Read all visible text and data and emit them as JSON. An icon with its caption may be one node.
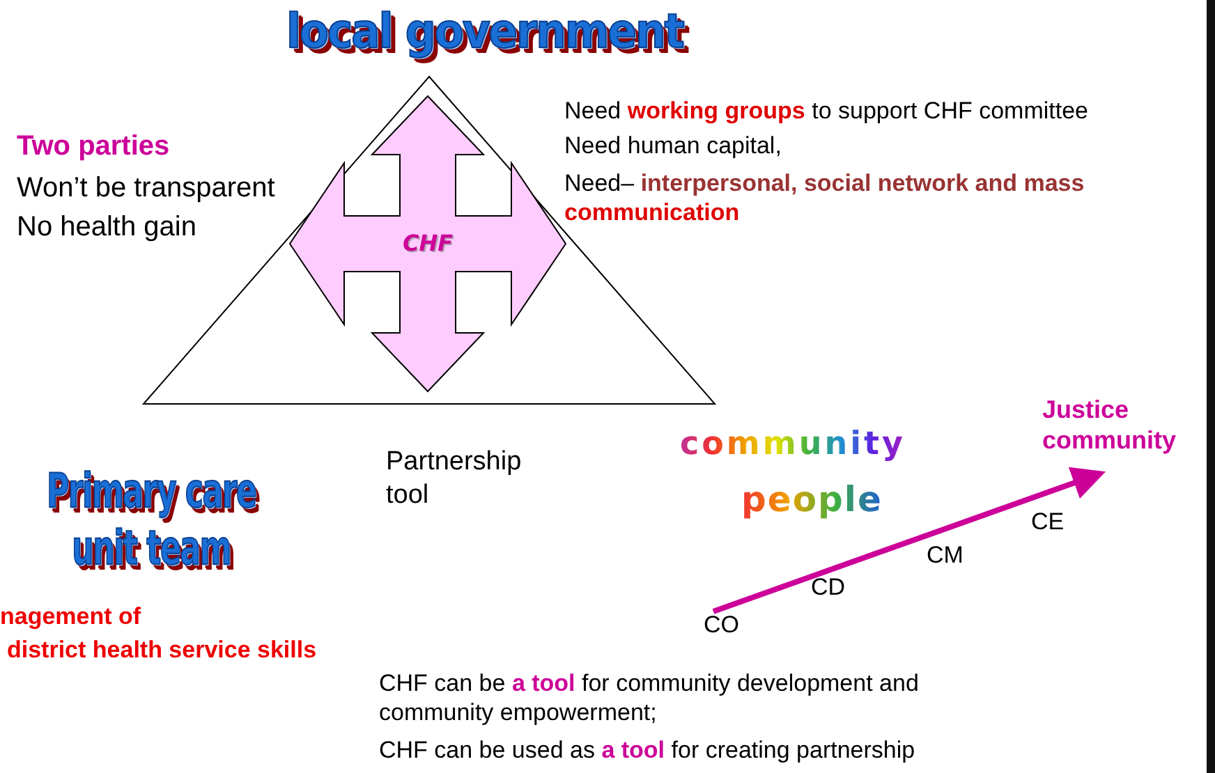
{
  "diagram": {
    "title": "local government",
    "nodes": [
      {
        "text": [],
        "shape": "triangle"
      },
      {
        "text": [
          "CHF"
        ],
        "in": 0
      },
      {
        "text": [
          "Justice community"
        ]
      },
      {
        "text": [
          "CO"
        ]
      }
    ],
    "edges": [
      {
        "from": 3,
        "to": 2,
        "arrow": "to"
      }
    ],
    "labels": [
      "Two parties",
      "Won’t be transparent",
      "No health gain",
      "Need **working groups** to support CHF committee",
      "Need human capital,",
      "Need– **interpersonal, social network and mass** **communication**",
      "Primary care unit team",
      "nagement of",
      "district health service skills",
      "Partnership tool",
      "community",
      "people",
      "CD",
      "CM",
      "CE",
      "CHF can be **a tool** for community development and community empowerment;",
      "CHF can be used as **a tool** for creating partnership"
    ]
  }
}
